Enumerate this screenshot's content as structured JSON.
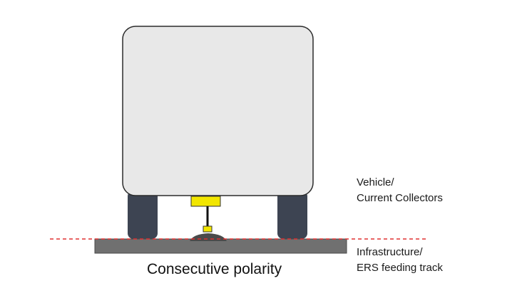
{
  "labels": {
    "vehicle_line1": "Vehicle/",
    "vehicle_line2": "Current Collectors",
    "infrastructure_line1": "Infrastructure/",
    "infrastructure_line2": "ERS feeding track"
  },
  "caption": "Consecutive polarity",
  "colors": {
    "vehicle_body": "#e8e8e8",
    "vehicle_outline": "#2b2b2b",
    "wheels": "#3d4452",
    "road": "#707070",
    "collector": "#f2e600",
    "contact_rail": "#4a4a4a",
    "reference_line": "#e03030"
  }
}
